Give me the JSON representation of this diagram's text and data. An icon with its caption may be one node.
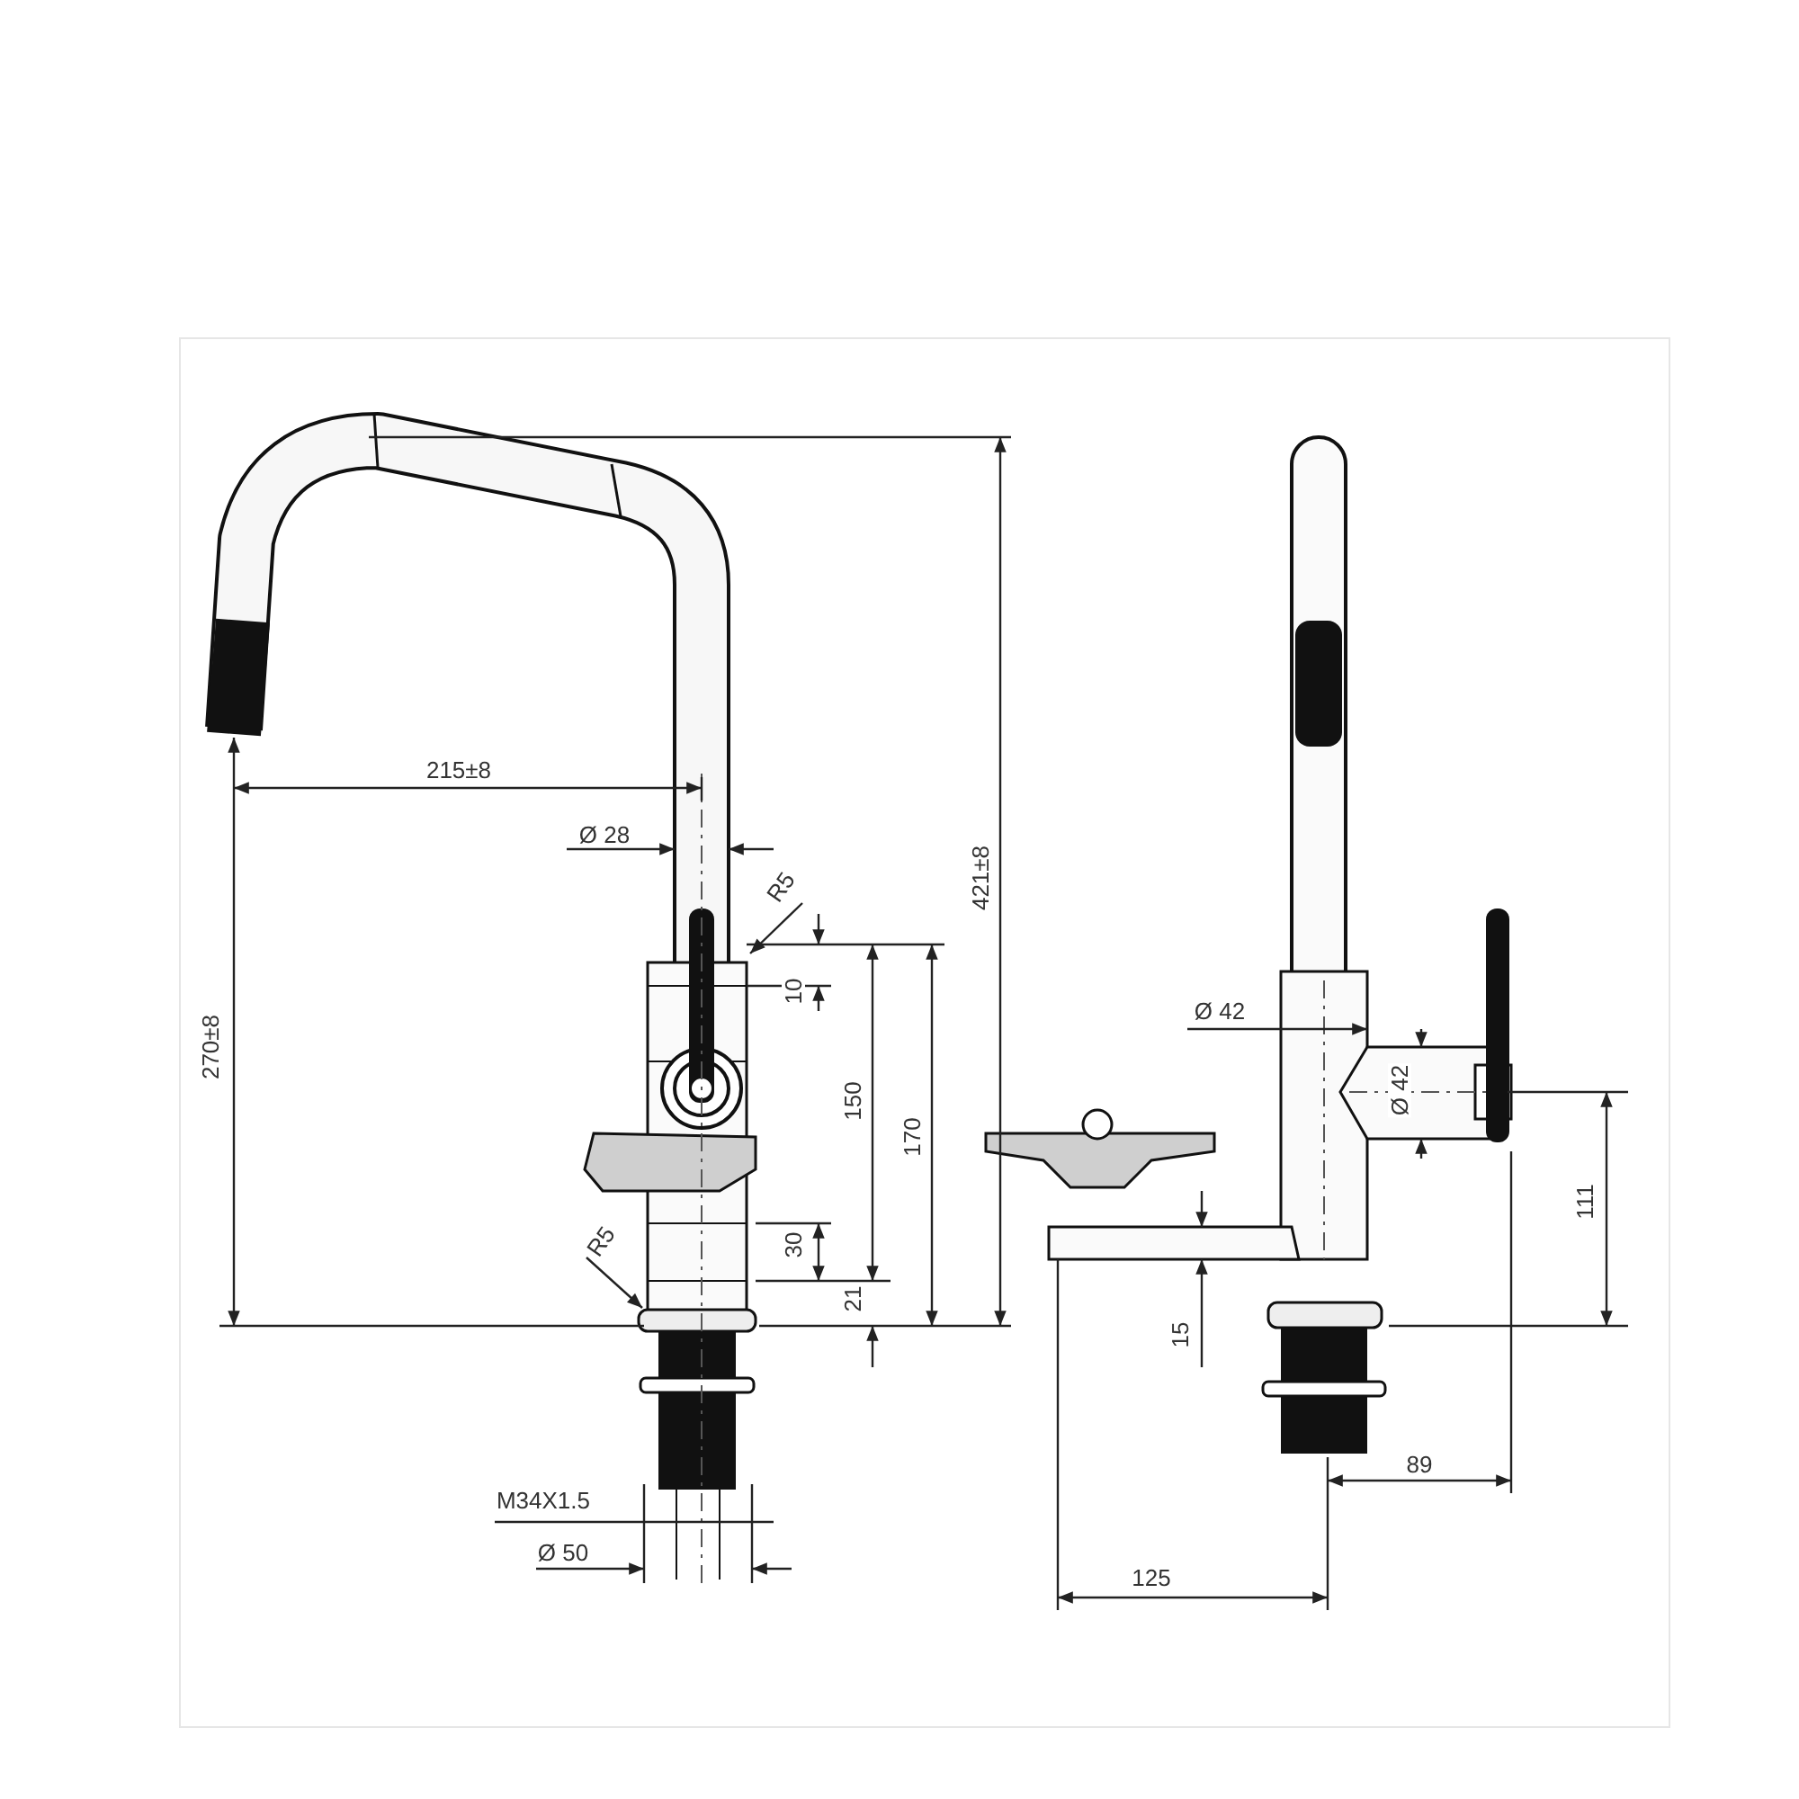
{
  "diagram": {
    "nodes": [
      {
        "text": [
          "R5"
        ]
      },
      {
        "text": [
          "R5"
        ]
      }
    ],
    "edges": [
      {
        "from": 0,
        "to": null,
        "arrow": "to"
      },
      {
        "from": 1,
        "to": null,
        "arrow": "to"
      }
    ],
    "labels": [
      "215±8",
      "Ø 28",
      "421±8",
      "10",
      "Ø 42",
      "270±8",
      "150",
      "Ø 42",
      "170",
      "111",
      "30",
      "21",
      "15",
      "89",
      "M34X1.5",
      "Ø 50",
      "125"
    ]
  }
}
